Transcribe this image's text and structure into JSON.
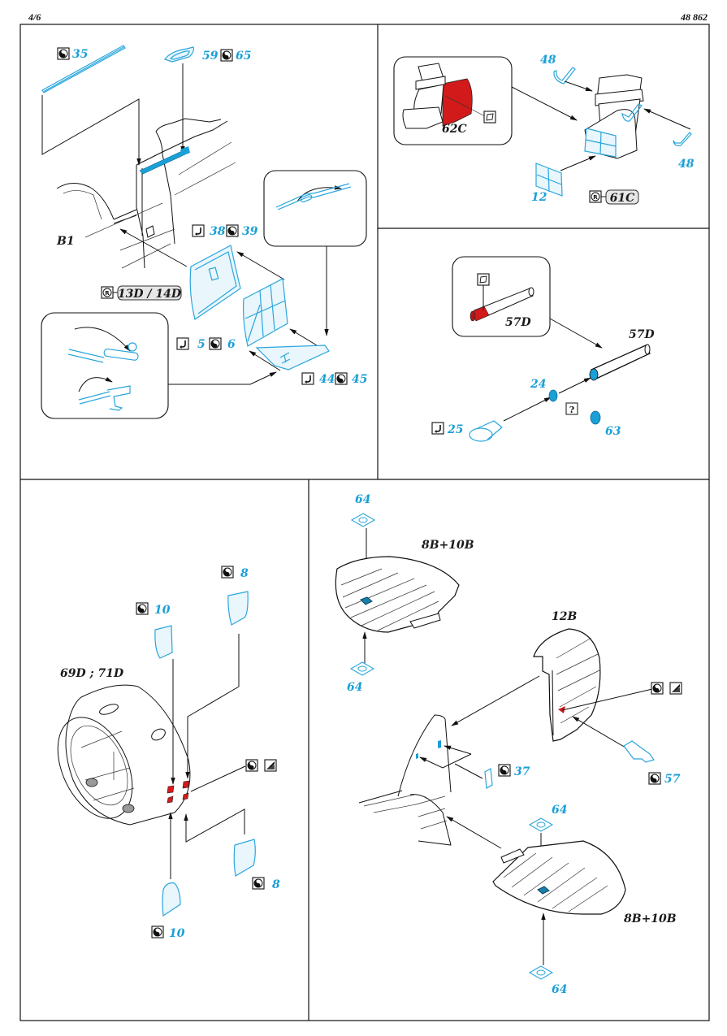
{
  "header": {
    "page_number": "4/6",
    "catalog_number": "48 862"
  },
  "icons": {
    "yin_yang": "bend-fold-icon",
    "hook": "bend-hook-icon",
    "paint_brush": "paint-icon",
    "ref_r": "remove-plastic-icon",
    "square_outline": "paint-area-icon",
    "question": "optional-icon"
  },
  "colors": {
    "pe_part": "#1a9fd6",
    "paint_red": "#d21a1a",
    "line": "#111111"
  },
  "panels": {
    "cockpit_door": {
      "kit_part": "B1",
      "labels": {
        "p35": "35",
        "p59": "59",
        "p65": "65",
        "p38": "38",
        "p39": "39",
        "p5": "5",
        "p6": "6",
        "p44": "44",
        "p45": "45"
      },
      "remove_ref": "13D / 14D"
    },
    "seat": {
      "inset_part": "62C",
      "labels": {
        "p48_top": "48",
        "p48_bottom": "48",
        "p12": "12"
      },
      "remove_ref": "61C"
    },
    "tube": {
      "inset_part": "57D",
      "main_part": "57D",
      "labels": {
        "p24": "24",
        "p25": "25",
        "p63": "63"
      },
      "optional_mark": "?"
    },
    "engine": {
      "kit_part": "69D ; 71D",
      "labels": {
        "p8_top": "8",
        "p10_top": "10",
        "p8_bottom": "8",
        "p10_bottom": "10"
      }
    },
    "tail": {
      "stabilizer_top": "8B+10B",
      "stabilizer_bottom": "8B+10B",
      "rudder": "12B",
      "labels": {
        "p64_a": "64",
        "p64_b": "64",
        "p64_c": "64",
        "p64_d": "64",
        "p37": "37",
        "p57": "57"
      }
    }
  }
}
